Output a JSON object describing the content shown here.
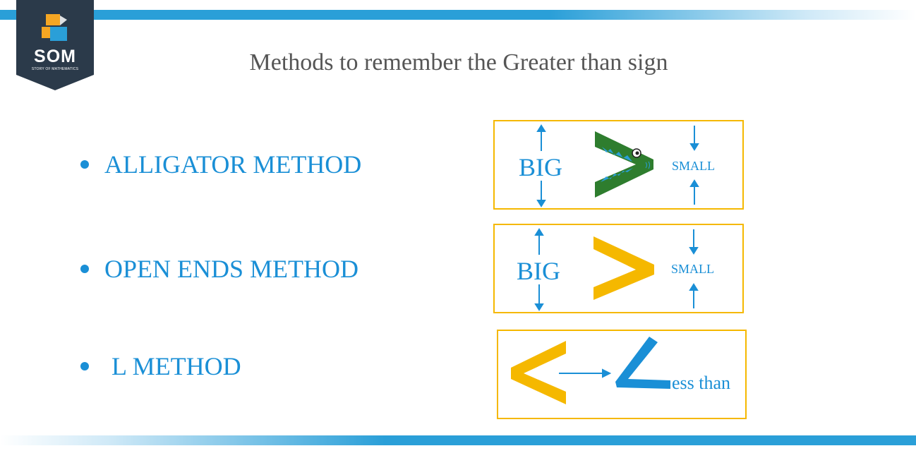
{
  "logo": {
    "text": "SOM",
    "subtitle": "STORY OF MATHEMATICS"
  },
  "title": "Methods to remember the Greater than sign",
  "methods": [
    {
      "label": "ALLIGATOR METHOD",
      "big": "BIG",
      "small": "SMALL"
    },
    {
      "label": "OPEN ENDS METHOD",
      "big": "BIG",
      "small": "SMALL"
    },
    {
      "label": "L METHOD",
      "less_suffix": "ess than"
    }
  ],
  "colors": {
    "accent_blue": "#1a8fd6",
    "band_blue": "#2a9fd8",
    "box_border": "#f5b800",
    "alligator_green": "#2e7d2e",
    "sign_yellow": "#f5b800",
    "logo_bg": "#2b3a4a"
  },
  "icons": [
    "som-logo-icon",
    "alligator-icon",
    "greater-than-sign-icon",
    "less-than-sign-icon",
    "l-shape-icon",
    "arrow-icon"
  ]
}
